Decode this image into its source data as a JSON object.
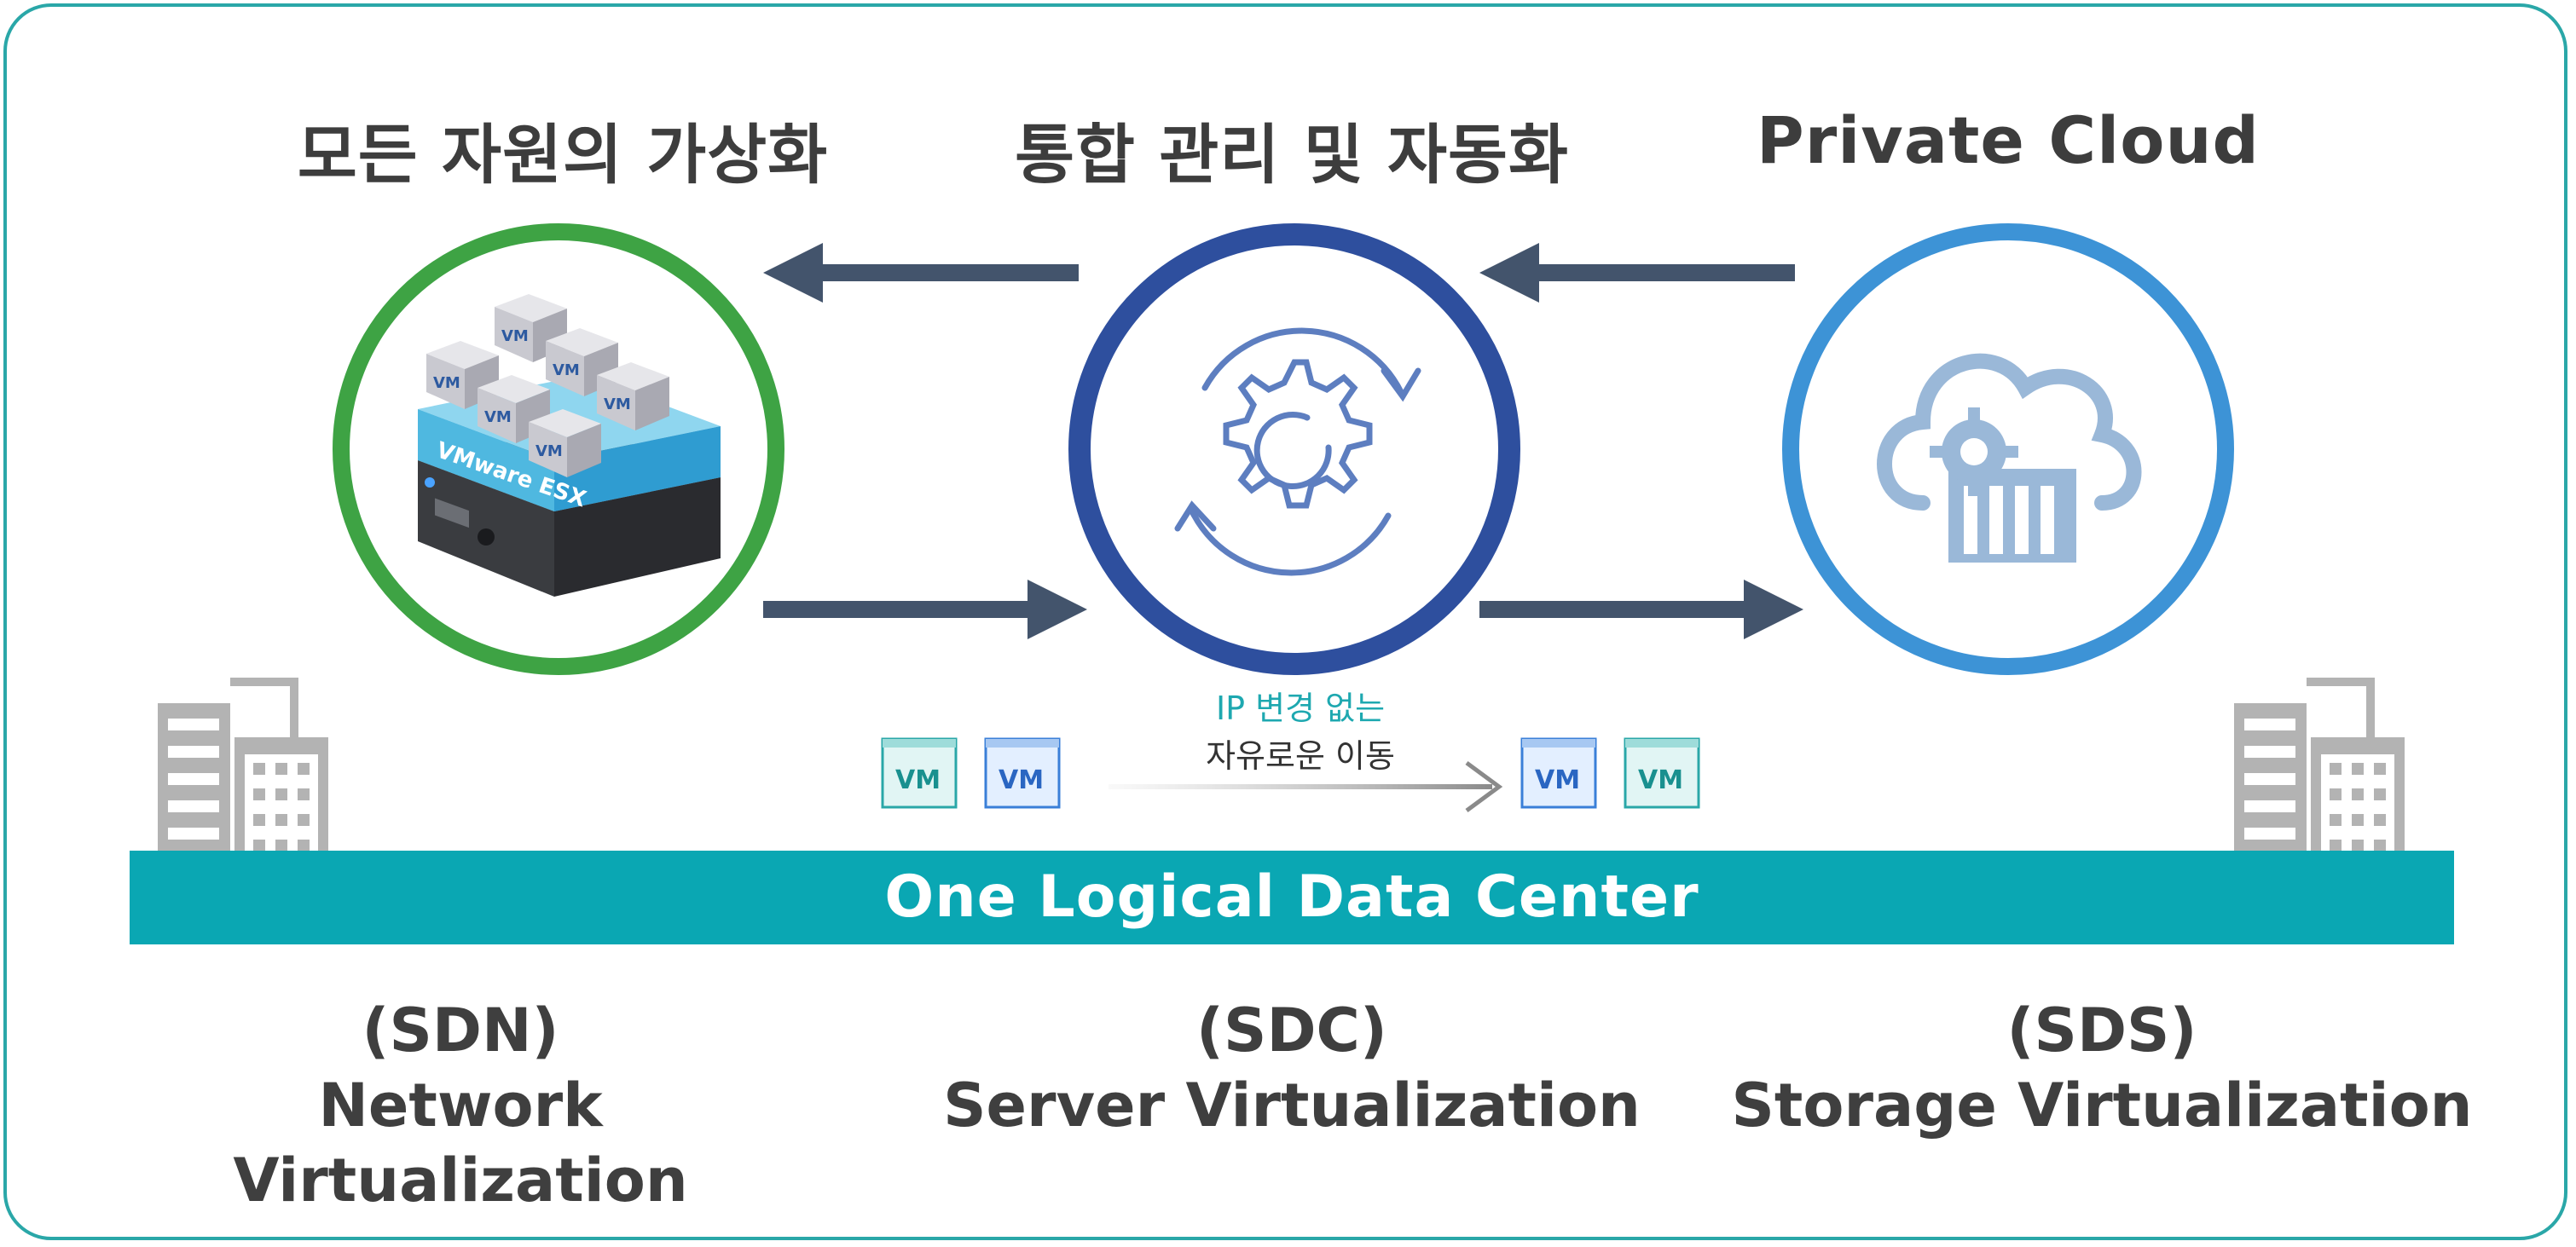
{
  "titles": {
    "left": "모든 자원의 가상화",
    "center": "통합 관리 및 자동화",
    "right": "Private Cloud"
  },
  "band_label": "One Logical Data Center",
  "migration_note": {
    "line1": "IP 변경 없는",
    "line2": "자유로운 이동"
  },
  "vm_label": "VM",
  "esx_label": "VMware ESX",
  "bottom_labels": [
    {
      "abbr": "(SDN)",
      "name": "Network Virtualization"
    },
    {
      "abbr": "(SDC)",
      "name": "Server Virtualization"
    },
    {
      "abbr": "(SDS)",
      "name": "Storage Virtualization"
    }
  ],
  "colors": {
    "frame": "#2aa7a8",
    "left_ring": "#3ea344",
    "center_ring": "#2e4f9e",
    "right_ring": "#3d93d6",
    "arrow": "#43546c",
    "band": "#0aa7b3",
    "building": "#b3b3b3"
  }
}
